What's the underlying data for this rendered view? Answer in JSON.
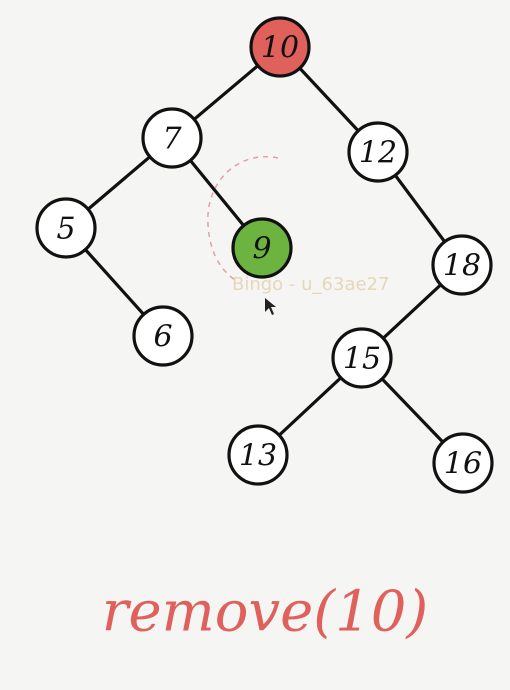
{
  "diagram": {
    "nodes": [
      {
        "id": "n10",
        "label": "10",
        "color": "#e0605c"
      },
      {
        "id": "n7",
        "label": "7",
        "color": "#ffffff"
      },
      {
        "id": "n12",
        "label": "12",
        "color": "#ffffff"
      },
      {
        "id": "n5",
        "label": "5",
        "color": "#ffffff"
      },
      {
        "id": "n9",
        "label": "9",
        "color": "#6db33f"
      },
      {
        "id": "n18",
        "label": "18",
        "color": "#ffffff"
      },
      {
        "id": "n6",
        "label": "6",
        "color": "#ffffff"
      },
      {
        "id": "n15",
        "label": "15",
        "color": "#ffffff"
      },
      {
        "id": "n13",
        "label": "13",
        "color": "#ffffff"
      },
      {
        "id": "n16",
        "label": "16",
        "color": "#ffffff"
      }
    ],
    "edges": [
      [
        "n10",
        "n7"
      ],
      [
        "n10",
        "n12"
      ],
      [
        "n7",
        "n5"
      ],
      [
        "n7",
        "n9"
      ],
      [
        "n5",
        "n6"
      ],
      [
        "n12",
        "n18"
      ],
      [
        "n18",
        "n15"
      ],
      [
        "n15",
        "n13"
      ],
      [
        "n15",
        "n16"
      ]
    ],
    "caption": "remove(10)",
    "caption_color": "#e0605c",
    "watermark": "Bingo - u_63ae27"
  }
}
